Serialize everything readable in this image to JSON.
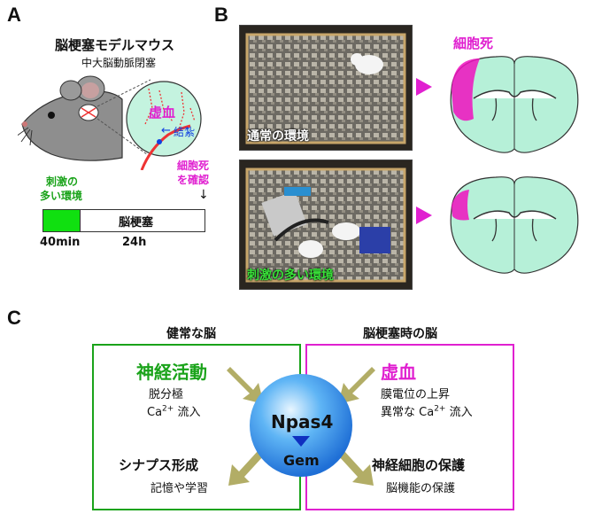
{
  "panels": {
    "a": "A",
    "b": "B",
    "c": "C"
  },
  "panel_a": {
    "title": "脳梗塞モデルマウス",
    "subtitle": "中大脳動脈閉塞",
    "ischemia_label": "虚血",
    "ligation_label": "結紮",
    "timeline": {
      "stim_label_line1": "刺激の",
      "stim_label_line2": "多い環境",
      "death_label_line1": "細胞死",
      "death_label_line2": "を確認",
      "infarct_label": "脳梗塞",
      "time1": "40min",
      "time2": "24h"
    }
  },
  "panel_b": {
    "cell_death_label": "細胞死",
    "normal_env_label": "通常の環境",
    "enriched_env_label": "刺激の多い環境"
  },
  "panel_c": {
    "healthy_header": "健常な脳",
    "stroke_header": "脳梗塞時の脳",
    "neural_activity": "神経活動",
    "depolarization": "脱分極",
    "ca_influx_prefix": "Ca",
    "ca_sup": "2+",
    "ca_influx_suffix": " 流入",
    "ischemia": "虚血",
    "membrane_rise": "膜電位の上昇",
    "abnormal_prefix": "異常な Ca",
    "abnormal_suffix": " 流入",
    "synapse": "シナプス形成",
    "memory": "記憶や学習",
    "protection": "神経細胞の保護",
    "brain_protection": "脳機能の保護",
    "npas4": "Npas4",
    "gem": "Gem"
  },
  "colors": {
    "green": "#1aa31a",
    "magenta": "#e020d0",
    "mint": "#b6f0d8",
    "olive": "#b2ad66"
  }
}
